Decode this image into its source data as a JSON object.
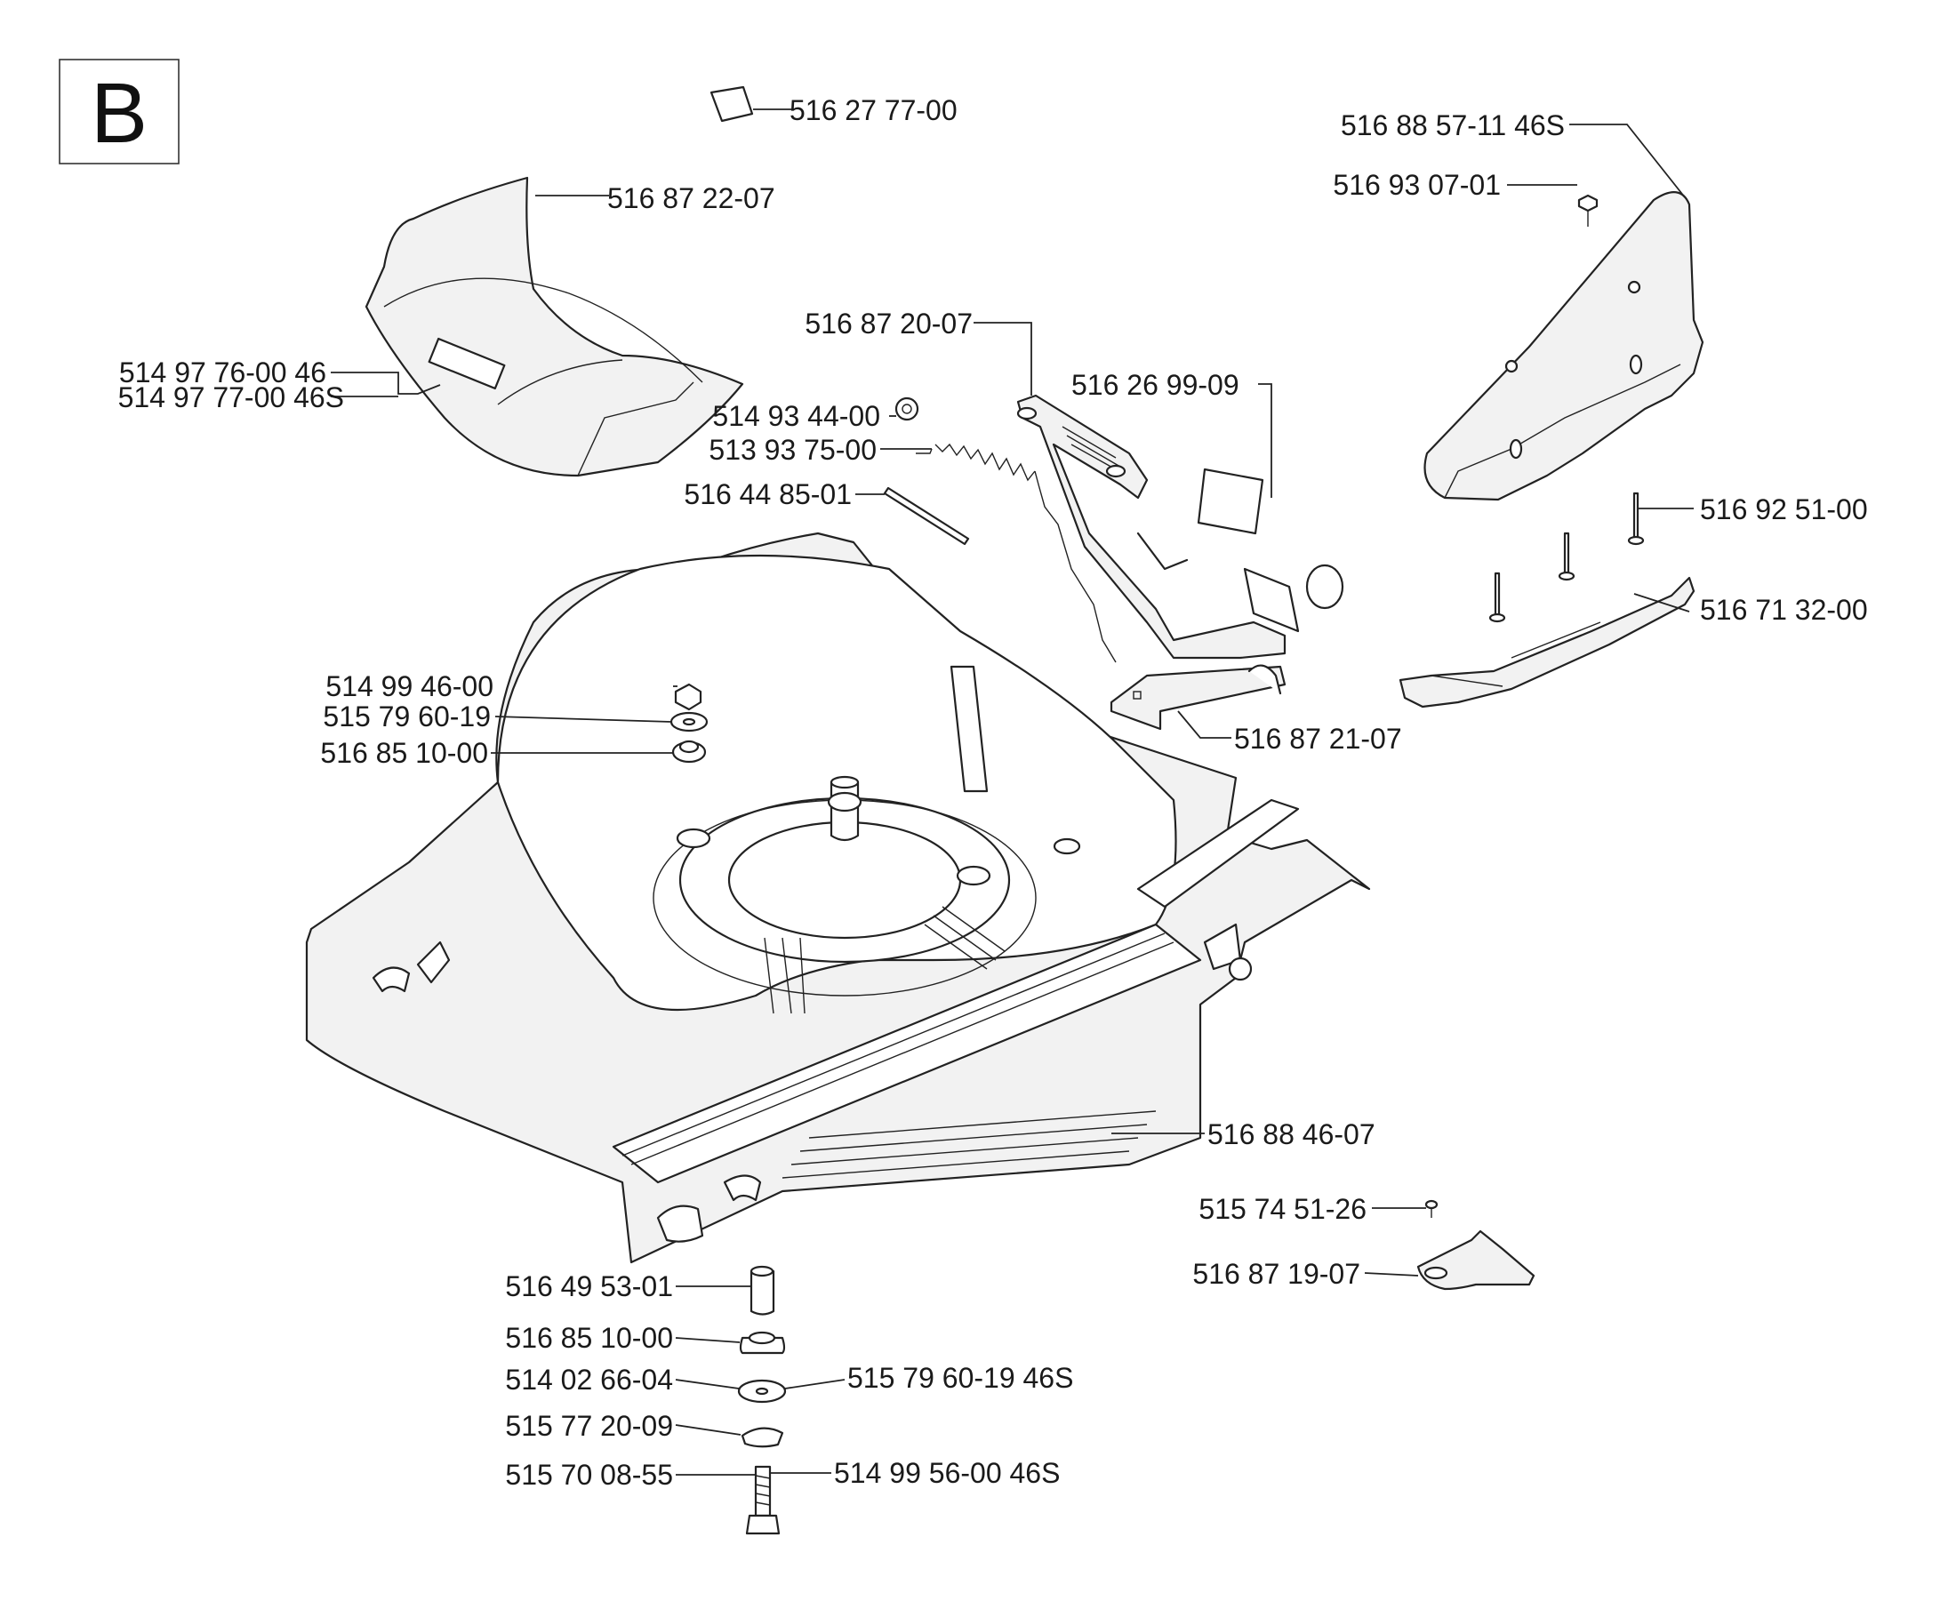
{
  "section_letter": "B",
  "parts": [
    {
      "id": "p1",
      "number": "516 27 77-00"
    },
    {
      "id": "p2",
      "number": "516 87 22-07"
    },
    {
      "id": "p3",
      "number": "514 97 76-00 46"
    },
    {
      "id": "p4",
      "number": "514 97 77-00 46S"
    },
    {
      "id": "p5",
      "number": "516 87 20-07"
    },
    {
      "id": "p6",
      "number": "516 26 99-09"
    },
    {
      "id": "p7",
      "number": "514 93 44-00"
    },
    {
      "id": "p8",
      "number": "513 93 75-00"
    },
    {
      "id": "p9",
      "number": "516 44 85-01"
    },
    {
      "id": "p10",
      "number": "516 88 57-11 46S"
    },
    {
      "id": "p11",
      "number": "516 93 07-01"
    },
    {
      "id": "p12",
      "number": "516 92 51-00"
    },
    {
      "id": "p13",
      "number": "516 71 32-00"
    },
    {
      "id": "p14",
      "number": "514 99 46-00"
    },
    {
      "id": "p15",
      "number": "515 79 60-19"
    },
    {
      "id": "p16",
      "number": "516 85 10-00"
    },
    {
      "id": "p17",
      "number": "516 87 21-07"
    },
    {
      "id": "p18",
      "number": "516 88 46-07"
    },
    {
      "id": "p19",
      "number": "515 74 51-26"
    },
    {
      "id": "p20",
      "number": "516 87 19-07"
    },
    {
      "id": "p21",
      "number": "516 49 53-01"
    },
    {
      "id": "p22",
      "number": "516 85 10-00"
    },
    {
      "id": "p23",
      "number": "514 02 66-04"
    },
    {
      "id": "p24",
      "number": "515 79 60-19 46S"
    },
    {
      "id": "p25",
      "number": "515 77 20-09"
    },
    {
      "id": "p26",
      "number": "515 70 08-55"
    },
    {
      "id": "p27",
      "number": "514 99 56-00 46S"
    }
  ]
}
